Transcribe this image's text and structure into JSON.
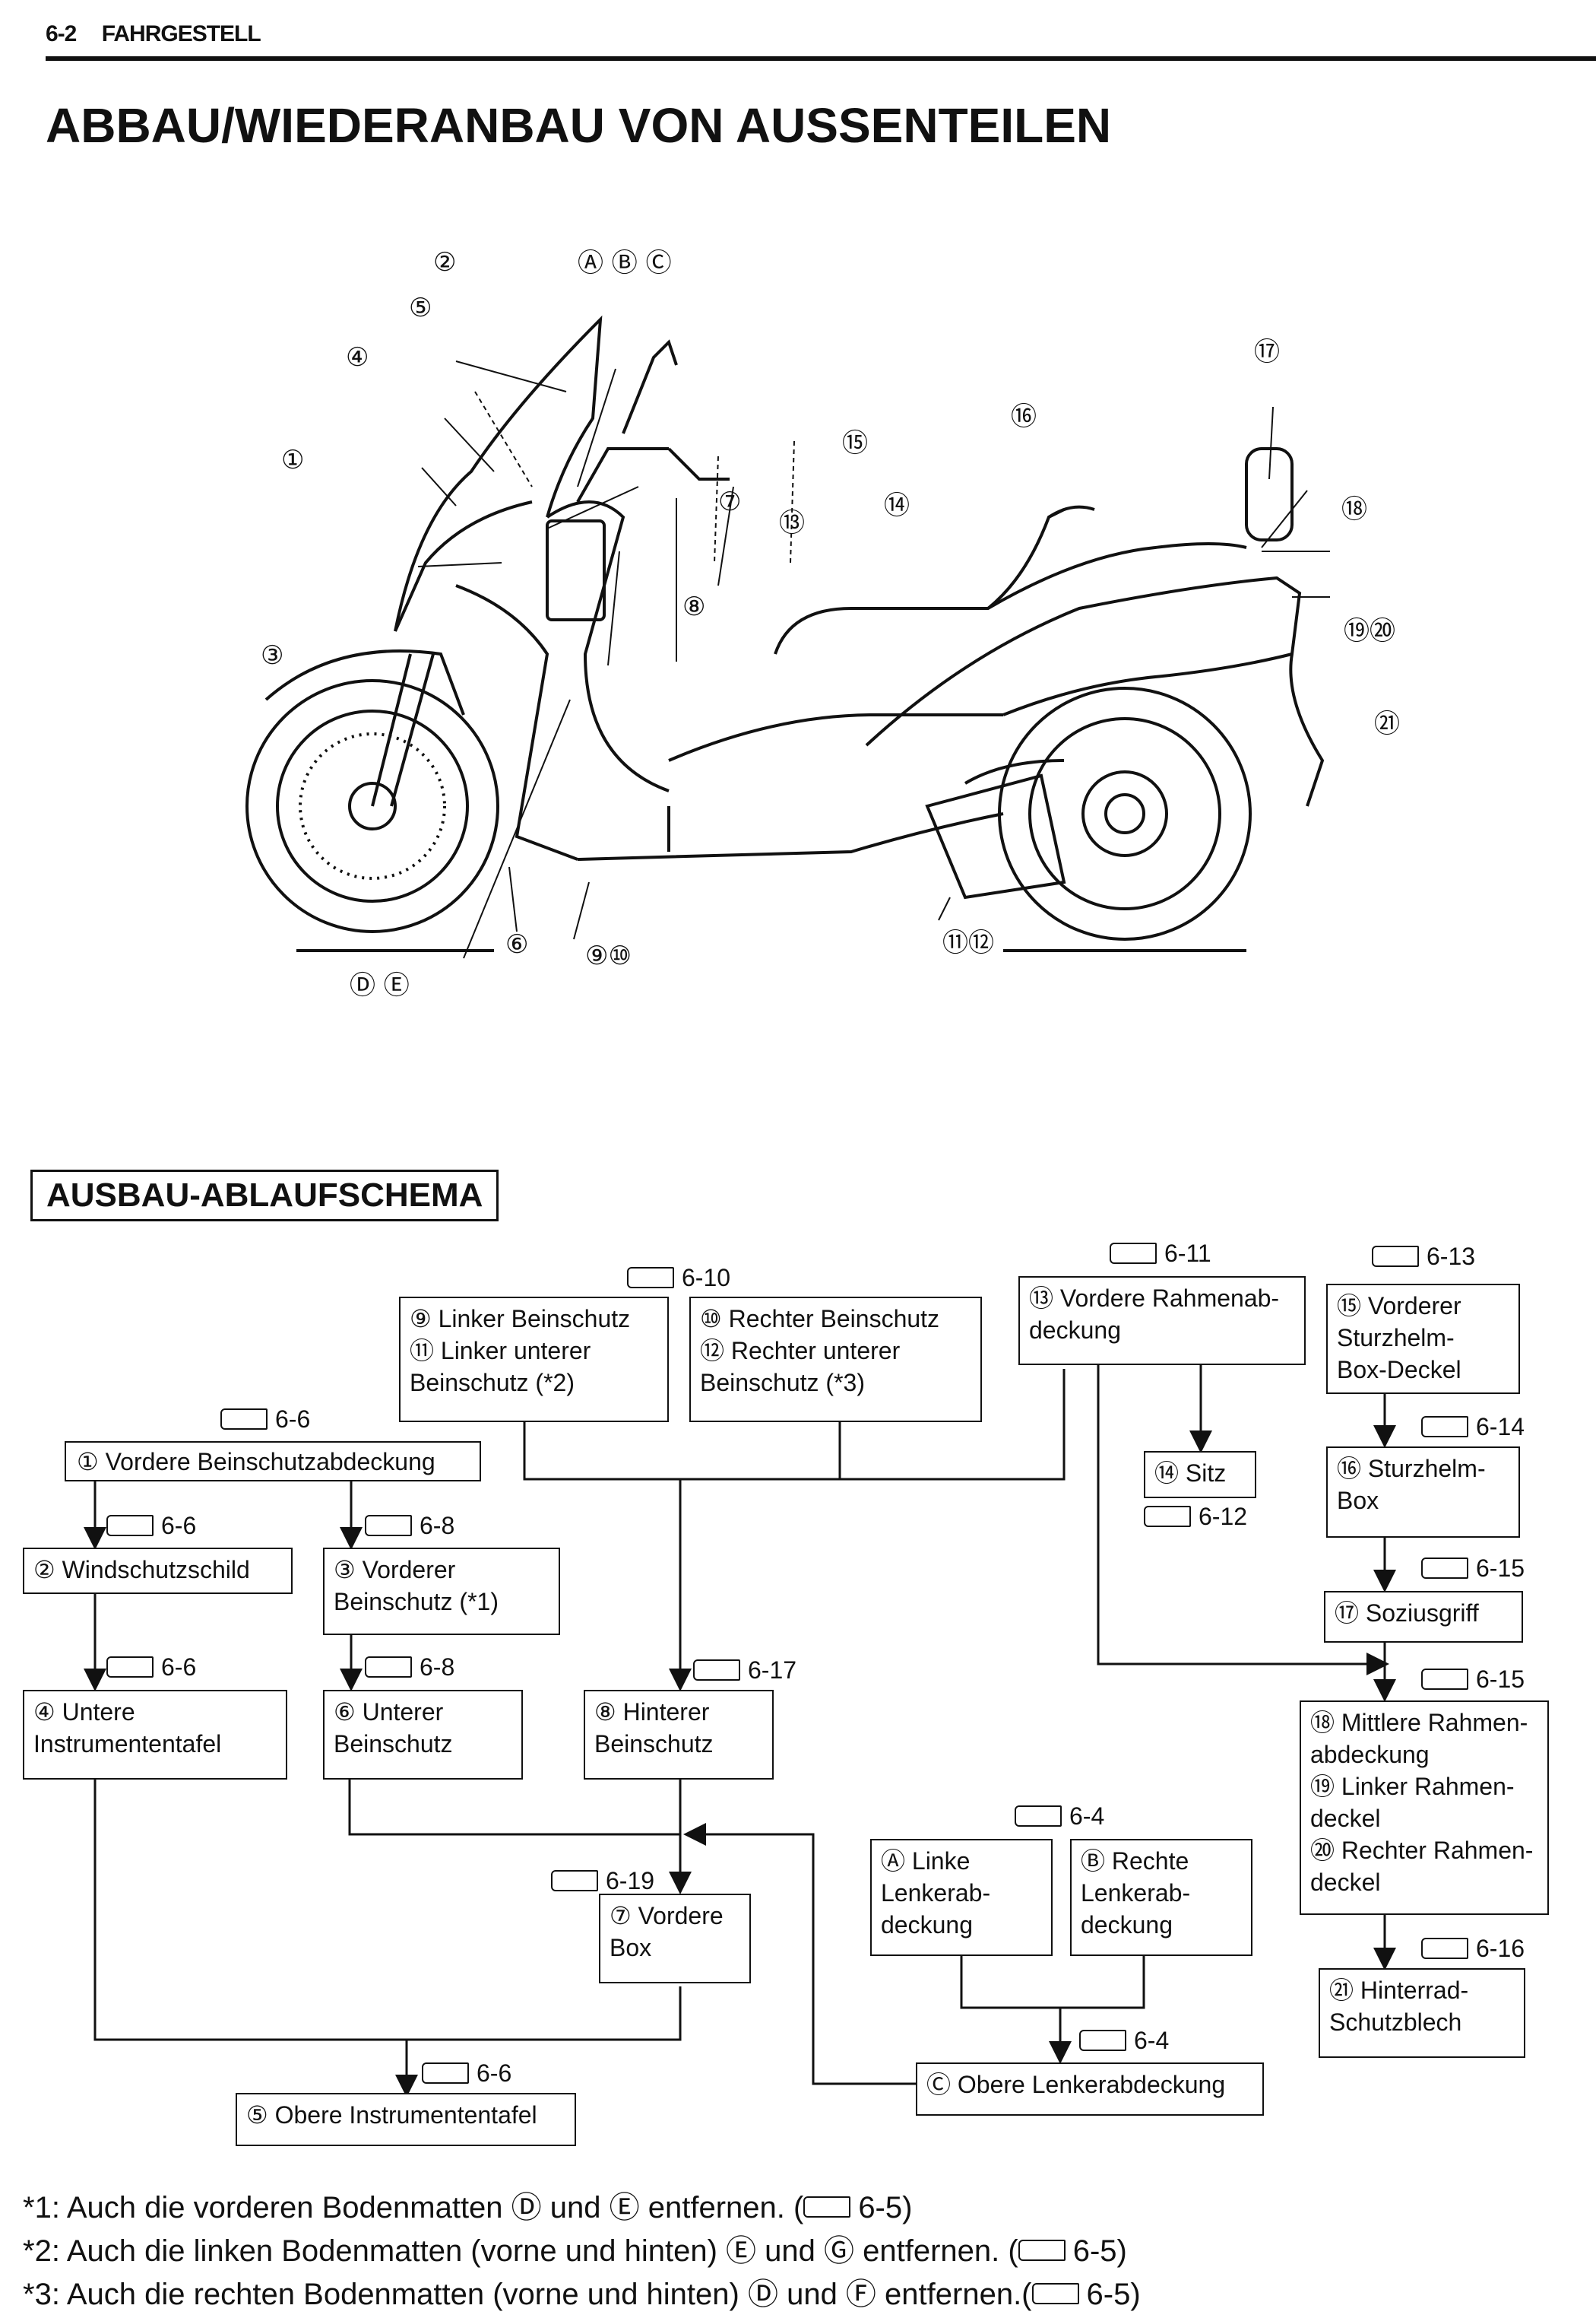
{
  "header": {
    "page_number": "6-2",
    "chapter": "FAHRGESTELL"
  },
  "title": "ABBAU/WIEDERANBAU VON AUSSENTEILEN",
  "diagram_callouts": [
    "②",
    "Ⓐ Ⓑ Ⓒ",
    "⑤",
    "④",
    "①",
    "⑰",
    "⑯",
    "⑮",
    "⑭",
    "⑦",
    "⑬",
    "⑱",
    "⑧",
    "⑲⑳",
    "③",
    "㉑",
    "⑥",
    "⑨⑩",
    "⑪⑫",
    "Ⓓ Ⓔ"
  ],
  "section_heading": "AUSBAU-ABLAUFSCHEMA",
  "flow": {
    "box_1": "① Vordere Beinschutzabdeckung",
    "box_2": "② Windschutzschild",
    "box_3": "③ Vorderer\n     Beinschutz (*1)",
    "box_4": "④ Untere\n     Instrumententafel",
    "box_6": "⑥ Unterer\n     Beinschutz",
    "box_8": "⑧ Hinterer\n     Beinschutz",
    "box_7": "⑦ Vordere\n     Box",
    "box_5": "⑤ Obere Instrumententafel",
    "box_9_11": "⑨ Linker Beinschutz\n⑪ Linker unterer\n     Beinschutz (*2)",
    "box_10_12": "⑩ Rechter Beinschutz\n⑫ Rechter unterer\n     Beinschutz (*3)",
    "box_13": "⑬ Vordere Rahmenab-\n     deckung",
    "box_14": "⑭ Sitz",
    "box_15": "⑮ Vorderer\n     Sturzhelm-\n     Box-Deckel",
    "box_16": "⑯ Sturzhelm-\n     Box",
    "box_17": "⑰ Soziusgriff",
    "box_18_20": "⑱ Mittlere Rahmen-\n     abdeckung\n⑲ Linker Rahmen-\n     deckel\n⑳ Rechter Rahmen-\n     deckel",
    "box_21": "㉑ Hinterrad-\n     Schutzblech",
    "box_A": "Ⓐ Linke\n     Lenkerab-\n     deckung",
    "box_B": "Ⓑ Rechte\n     Lenkerab-\n     deckung",
    "box_C": "Ⓒ Obere Lenkerabdeckung"
  },
  "refs": {
    "r1": "6-6",
    "r2": "6-6",
    "r3": "6-8",
    "r4": "6-6",
    "r6": "6-8",
    "r8": "6-17",
    "r7": "6-19",
    "r5": "6-6",
    "r9": "6-10",
    "r13": "6-11",
    "r14": "6-12",
    "r15": "6-13",
    "r16": "6-14",
    "r17": "6-15",
    "r18": "6-15",
    "r21": "6-16",
    "rAB": "6-4",
    "rC": "6-4"
  },
  "footnotes": [
    "*1:  Auch die vorderen Bodenmatten Ⓓ und Ⓔ entfernen. (",
    "*2:  Auch die linken Bodenmatten (vorne und hinten) Ⓔ und Ⓖ entfernen. (",
    "*3:  Auch die rechten Bodenmatten (vorne und hinten) Ⓓ und Ⓕ entfernen.("
  ],
  "footnote_refs": [
    "6-5",
    "6-5",
    "6-5"
  ]
}
